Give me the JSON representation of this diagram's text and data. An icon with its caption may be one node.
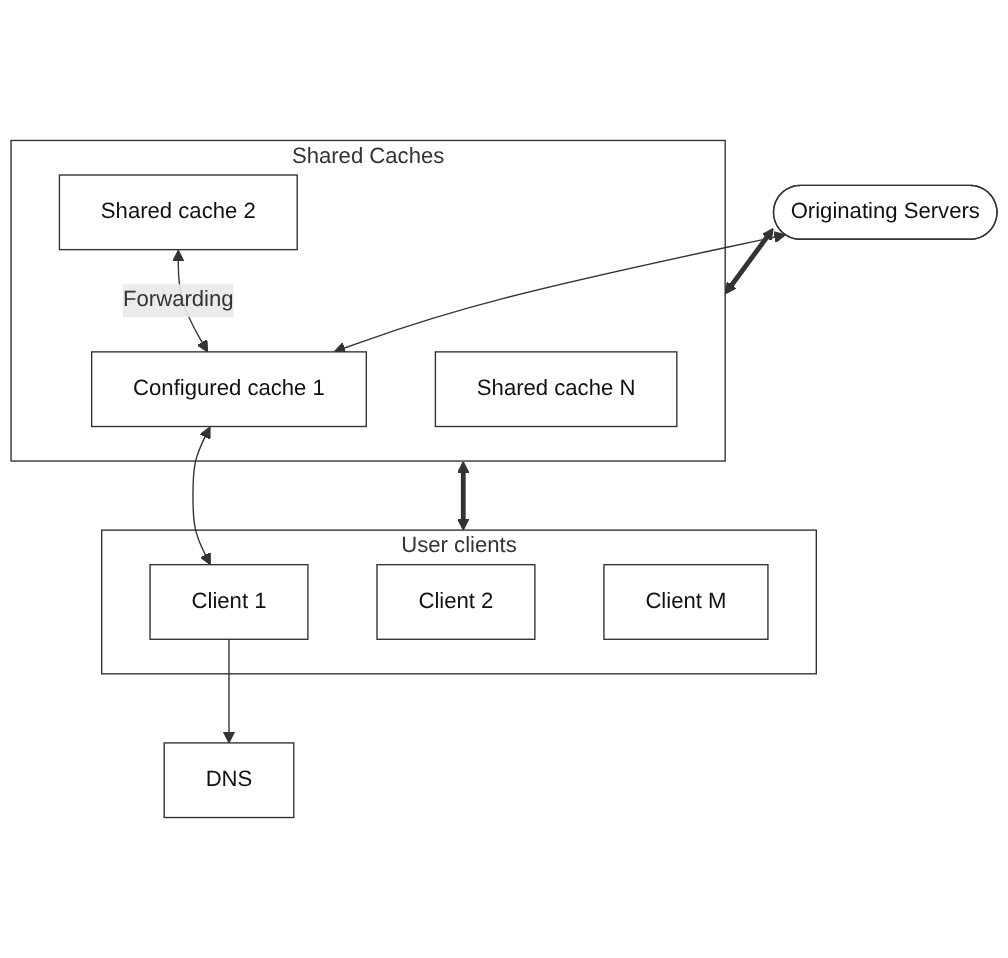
{
  "diagram": {
    "nodes": [
      {
        "text": [
          "Originating Servers"
        ]
      },
      {
        "text": [
          "Shared Caches"
        ]
      },
      {
        "text": [
          "Configured cache 1"
        ],
        "in": 1
      },
      {
        "text": [
          "Shared cache 2"
        ],
        "in": 1
      },
      {
        "text": [
          "Shared cache N"
        ],
        "in": 1
      },
      {
        "text": [
          "DNS"
        ]
      },
      {
        "text": [
          "User clients"
        ]
      },
      {
        "text": [
          "Client 1"
        ],
        "in": 6
      },
      {
        "text": [
          "Client 2"
        ],
        "in": 6
      },
      {
        "text": [
          "Client M"
        ],
        "in": 6
      }
    ],
    "edges": [
      {
        "from": 2,
        "to": 0,
        "arrow": "both"
      },
      {
        "from": 3,
        "to": 2,
        "arrow": "both",
        "label": "Forwarding"
      },
      {
        "from": 0,
        "to": 1,
        "arrow": "both",
        "style": "thick"
      },
      {
        "from": 2,
        "to": 7,
        "arrow": "both"
      },
      {
        "from": 7,
        "to": 5,
        "arrow": "to"
      },
      {
        "from": 1,
        "to": 6,
        "arrow": "both",
        "style": "thick"
      }
    ]
  }
}
